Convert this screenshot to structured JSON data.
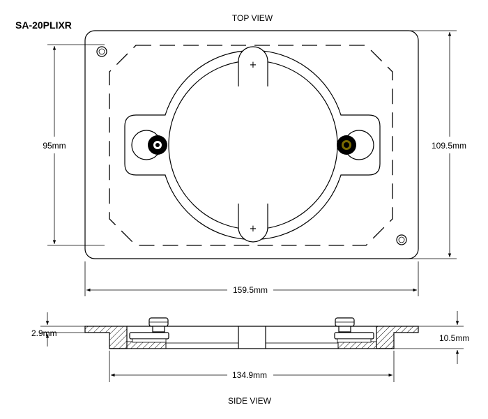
{
  "model": "SA-20PLIXR",
  "views": {
    "top": "TOP VIEW",
    "side": "SIDE VIEW"
  },
  "dimensions": {
    "height_inner": "95mm",
    "height_outer": "109.5mm",
    "width_outer": "159.5mm",
    "flange_thickness": "2.9mm",
    "depth": "10.5mm",
    "width_inner": "134.9mm"
  },
  "colors": {
    "stroke": "#000000",
    "nut_accent": "#7a6a00"
  }
}
